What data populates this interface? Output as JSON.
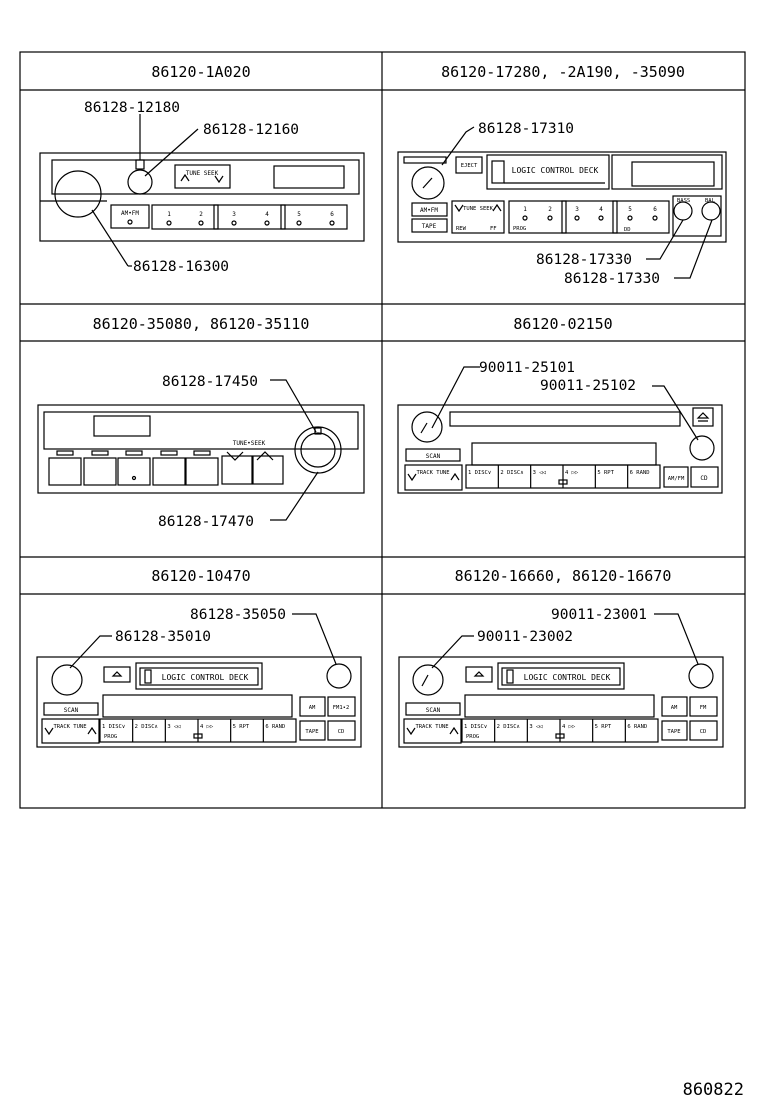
{
  "drawing_id": "860822",
  "cells": [
    {
      "model": "86120-1A020",
      "parts": [
        "86128-12180",
        "86128-12160",
        "86128-16300"
      ],
      "labels": {
        "tune_seek": "TUNE SEEK",
        "am_fm": "AM•FM",
        "presets": [
          "1",
          "2",
          "3",
          "4",
          "5",
          "6"
        ]
      }
    },
    {
      "model": "86120-17280, -2A190, -35090",
      "parts": [
        "86128-17310",
        "86128-17330",
        "86128-17330"
      ],
      "labels": {
        "eject": "EJECT",
        "deck": "LOGIC CONTROL DECK",
        "am_fm": "AM•FM",
        "tape": "TAPE",
        "tune_seek": "TUNE SEEK",
        "rew": "REW",
        "ff": "FF",
        "prog": "PROG",
        "presets": [
          "1",
          "2",
          "3",
          "4",
          "5",
          "6"
        ],
        "dolby": "DD",
        "bass": "BASS",
        "bal": "BAL"
      }
    },
    {
      "model": "86120-35080, 86120-35110",
      "parts": [
        "86128-17450",
        "86128-17470"
      ],
      "labels": {
        "tune_seek": "TUNE•SEEK"
      }
    },
    {
      "model": "86120-02150",
      "parts": [
        "90011-25101",
        "90011-25102"
      ],
      "labels": {
        "scan": "SCAN",
        "track_tune": "TRACK TUNE",
        "am_fm": "AM/FM",
        "cd": "CD",
        "keys": [
          "1 DISC∨",
          "2 DISC∧",
          "3 ◁◁",
          "4 ▷▷",
          "5 RPT",
          "6 RAND"
        ]
      }
    },
    {
      "model": "86120-10470",
      "parts": [
        "86128-35050",
        "86128-35010"
      ],
      "labels": {
        "deck": "LOGIC CONTROL DECK",
        "scan": "SCAN",
        "track_tune": "TRACK TUNE",
        "am": "AM",
        "fm": "FM1•2",
        "tape": "TAPE",
        "cd": "CD",
        "prog": "PROG",
        "keys": [
          "1 DISC∨",
          "2 DISC∧",
          "3 ◁◁",
          "4 ▷▷",
          "5 RPT",
          "6 RAND"
        ]
      }
    },
    {
      "model": "86120-16660, 86120-16670",
      "parts": [
        "90011-23001",
        "90011-23002"
      ],
      "labels": {
        "deck": "LOGIC CONTROL DECK",
        "scan": "SCAN",
        "track_tune": "TRACK TUNE",
        "am": "AM",
        "fm": "FM",
        "tape": "TAPE",
        "cd": "CD",
        "prog": "PROG",
        "keys": [
          "1 DISC∨",
          "2 DISC∧",
          "3 ◁◁",
          "4 ▷▷",
          "5 RPT",
          "6 RAND"
        ]
      }
    }
  ]
}
